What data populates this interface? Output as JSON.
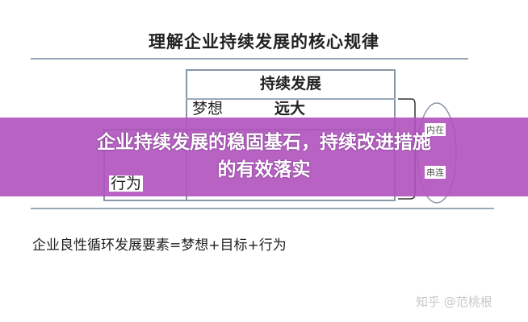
{
  "slide": {
    "title": "理解企业持续发展的核心规律",
    "table_header": "持续发展",
    "row1_label": "梦想",
    "row1_value": "远大",
    "row3_label": "行为",
    "ellipse_top": "内在",
    "ellipse_bottom": "串连",
    "footer_text": "企业良性循环发展要素=梦想+目标+行为"
  },
  "banner": {
    "line1": "企业持续发展的稳固基石，持续改进措施",
    "line2": "的有效落实",
    "color": "#b052be"
  },
  "watermark": "知乎 @范桃根"
}
